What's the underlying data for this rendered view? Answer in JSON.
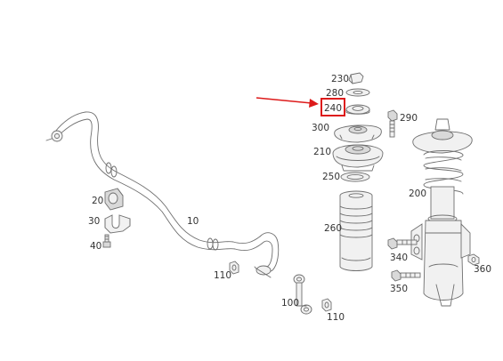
{
  "labels": {
    "l230": "230",
    "l280": "280",
    "l240": "240",
    "l290": "290",
    "l300": "300",
    "l210": "210",
    "l250": "250",
    "l200": "200",
    "l260": "260",
    "l20": "20",
    "l30": "30",
    "l40": "40",
    "l10": "10",
    "l110a": "110",
    "l100": "100",
    "l110b": "110",
    "l340": "340",
    "l360": "360",
    "l350": "350"
  },
  "highlight": {
    "label_key": "l240",
    "color": "#dd1b1b"
  },
  "colors": {
    "line": "#6f6f6f",
    "text": "#333333",
    "accent": "#dd1b1b"
  }
}
